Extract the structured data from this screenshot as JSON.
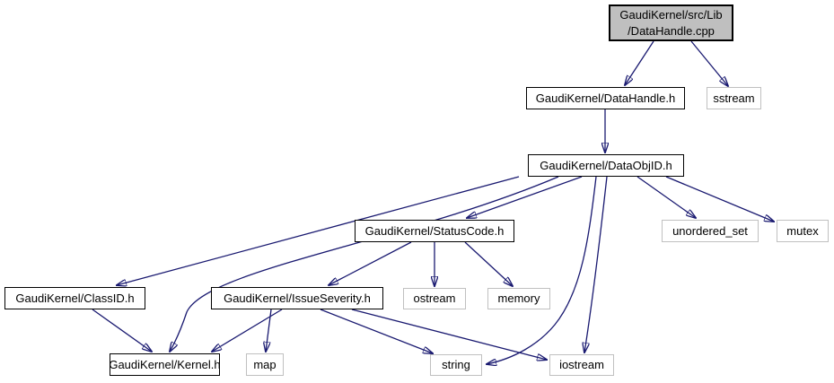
{
  "diagram": {
    "type": "include-dependency-graph",
    "colors": {
      "background": "#ffffff",
      "edge": "#191970",
      "focus_fill": "#bfbfbf",
      "project_border": "#000000",
      "system_border": "#c0c0c0",
      "text": "#000000"
    },
    "nodes": {
      "datahandle_cpp": {
        "label": "GaudiKernel/src/Lib\n/DataHandle.cpp",
        "kind": "focus"
      },
      "datahandle_h": {
        "label": "GaudiKernel/DataHandle.h",
        "kind": "project"
      },
      "sstream": {
        "label": "sstream",
        "kind": "system"
      },
      "dataobjid_h": {
        "label": "GaudiKernel/DataObjID.h",
        "kind": "project"
      },
      "statuscode_h": {
        "label": "GaudiKernel/StatusCode.h",
        "kind": "project"
      },
      "unordered_set": {
        "label": "unordered_set",
        "kind": "system"
      },
      "mutex": {
        "label": "mutex",
        "kind": "system"
      },
      "classid_h": {
        "label": "GaudiKernel/ClassID.h",
        "kind": "project"
      },
      "issueseverity_h": {
        "label": "GaudiKernel/IssueSeverity.h",
        "kind": "project"
      },
      "ostream": {
        "label": "ostream",
        "kind": "system"
      },
      "memory": {
        "label": "memory",
        "kind": "system"
      },
      "kernel_h": {
        "label": "GaudiKernel/Kernel.h",
        "kind": "project"
      },
      "map": {
        "label": "map",
        "kind": "system"
      },
      "string": {
        "label": "string",
        "kind": "system"
      },
      "iostream": {
        "label": "iostream",
        "kind": "system"
      }
    },
    "edges": [
      {
        "from": "datahandle_cpp",
        "to": "datahandle_h"
      },
      {
        "from": "datahandle_cpp",
        "to": "sstream"
      },
      {
        "from": "datahandle_h",
        "to": "dataobjid_h"
      },
      {
        "from": "dataobjid_h",
        "to": "statuscode_h"
      },
      {
        "from": "dataobjid_h",
        "to": "classid_h"
      },
      {
        "from": "dataobjid_h",
        "to": "kernel_h"
      },
      {
        "from": "dataobjid_h",
        "to": "string"
      },
      {
        "from": "dataobjid_h",
        "to": "iostream"
      },
      {
        "from": "dataobjid_h",
        "to": "unordered_set"
      },
      {
        "from": "dataobjid_h",
        "to": "mutex"
      },
      {
        "from": "statuscode_h",
        "to": "issueseverity_h"
      },
      {
        "from": "statuscode_h",
        "to": "ostream"
      },
      {
        "from": "statuscode_h",
        "to": "memory"
      },
      {
        "from": "classid_h",
        "to": "kernel_h"
      },
      {
        "from": "issueseverity_h",
        "to": "kernel_h"
      },
      {
        "from": "issueseverity_h",
        "to": "map"
      },
      {
        "from": "issueseverity_h",
        "to": "string"
      },
      {
        "from": "issueseverity_h",
        "to": "iostream"
      }
    ]
  }
}
